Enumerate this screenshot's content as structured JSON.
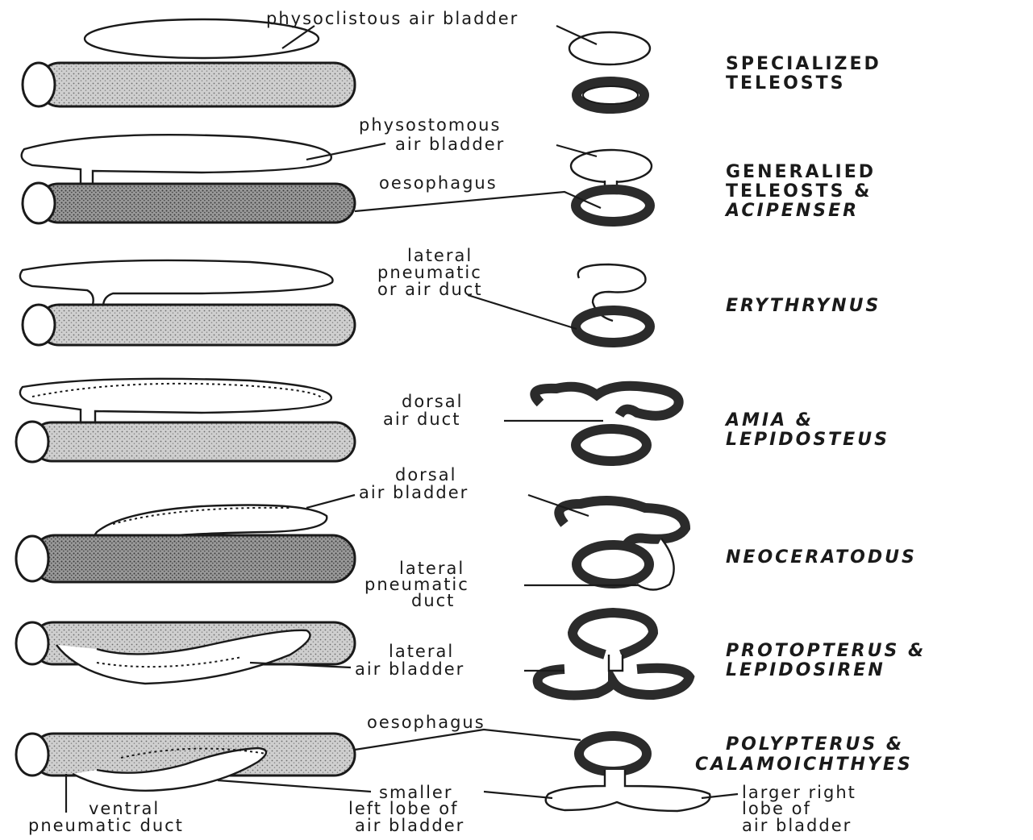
{
  "labels": {
    "physoclistous": "physoclistous air bladder",
    "physostomous_1": "physostomous",
    "physostomous_2": "air bladder",
    "oesophagus_1": "oesophagus",
    "lateral_duct_1": "lateral",
    "lateral_duct_2": "pneumatic",
    "lateral_duct_3": "or air duct",
    "dorsal_duct_1": "dorsal",
    "dorsal_duct_2": "air duct",
    "dorsal_bladder_1": "dorsal",
    "dorsal_bladder_2": "air bladder",
    "lat_pneu_1": "lateral",
    "lat_pneu_2": "pneumatic",
    "lat_pneu_3": "duct",
    "lat_bladder_1": "lateral",
    "lat_bladder_2": "air bladder",
    "oesophagus_2": "oesophagus",
    "smaller_1": "smaller",
    "smaller_2": "left lobe of",
    "smaller_3": "air bladder",
    "ventral_1": "ventral",
    "ventral_2": "pneumatic duct",
    "larger_1": "larger right",
    "larger_2": "lobe of",
    "larger_3": "air bladder"
  },
  "groups": {
    "g1_l1": "SPECIALIZED",
    "g1_l2": "TELEOSTS",
    "g2_l1": "GENERALIED",
    "g2_l2": "TELEOSTS &",
    "g2_l3": "ACIPENSER",
    "g3_l1": "ERYTHRYNUS",
    "g4_l1": "AMIA &",
    "g4_l2": "LEPIDOSTEUS",
    "g5_l1": "NEOCERATODUS",
    "g6_l1": "PROTOPTERUS &",
    "g6_l2": "LEPIDOSIREN",
    "g7_l1": "POLYPTERUS &",
    "g7_l2": "CALAMOICHTHYES"
  }
}
